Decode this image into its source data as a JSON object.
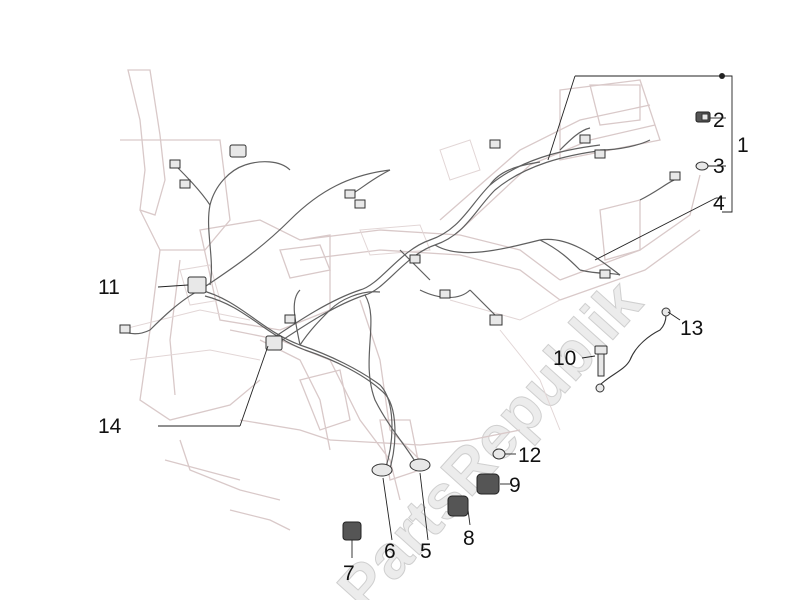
{
  "diagram": {
    "watermark": "PartsRepublik",
    "callouts": {
      "c1": "1",
      "c2": "2",
      "c3": "3",
      "c4": "4",
      "c5": "5",
      "c6": "6",
      "c7": "7",
      "c8": "8",
      "c9": "9",
      "c10": "10",
      "c11": "11",
      "c12": "12",
      "c13": "13",
      "c14": "14"
    }
  }
}
